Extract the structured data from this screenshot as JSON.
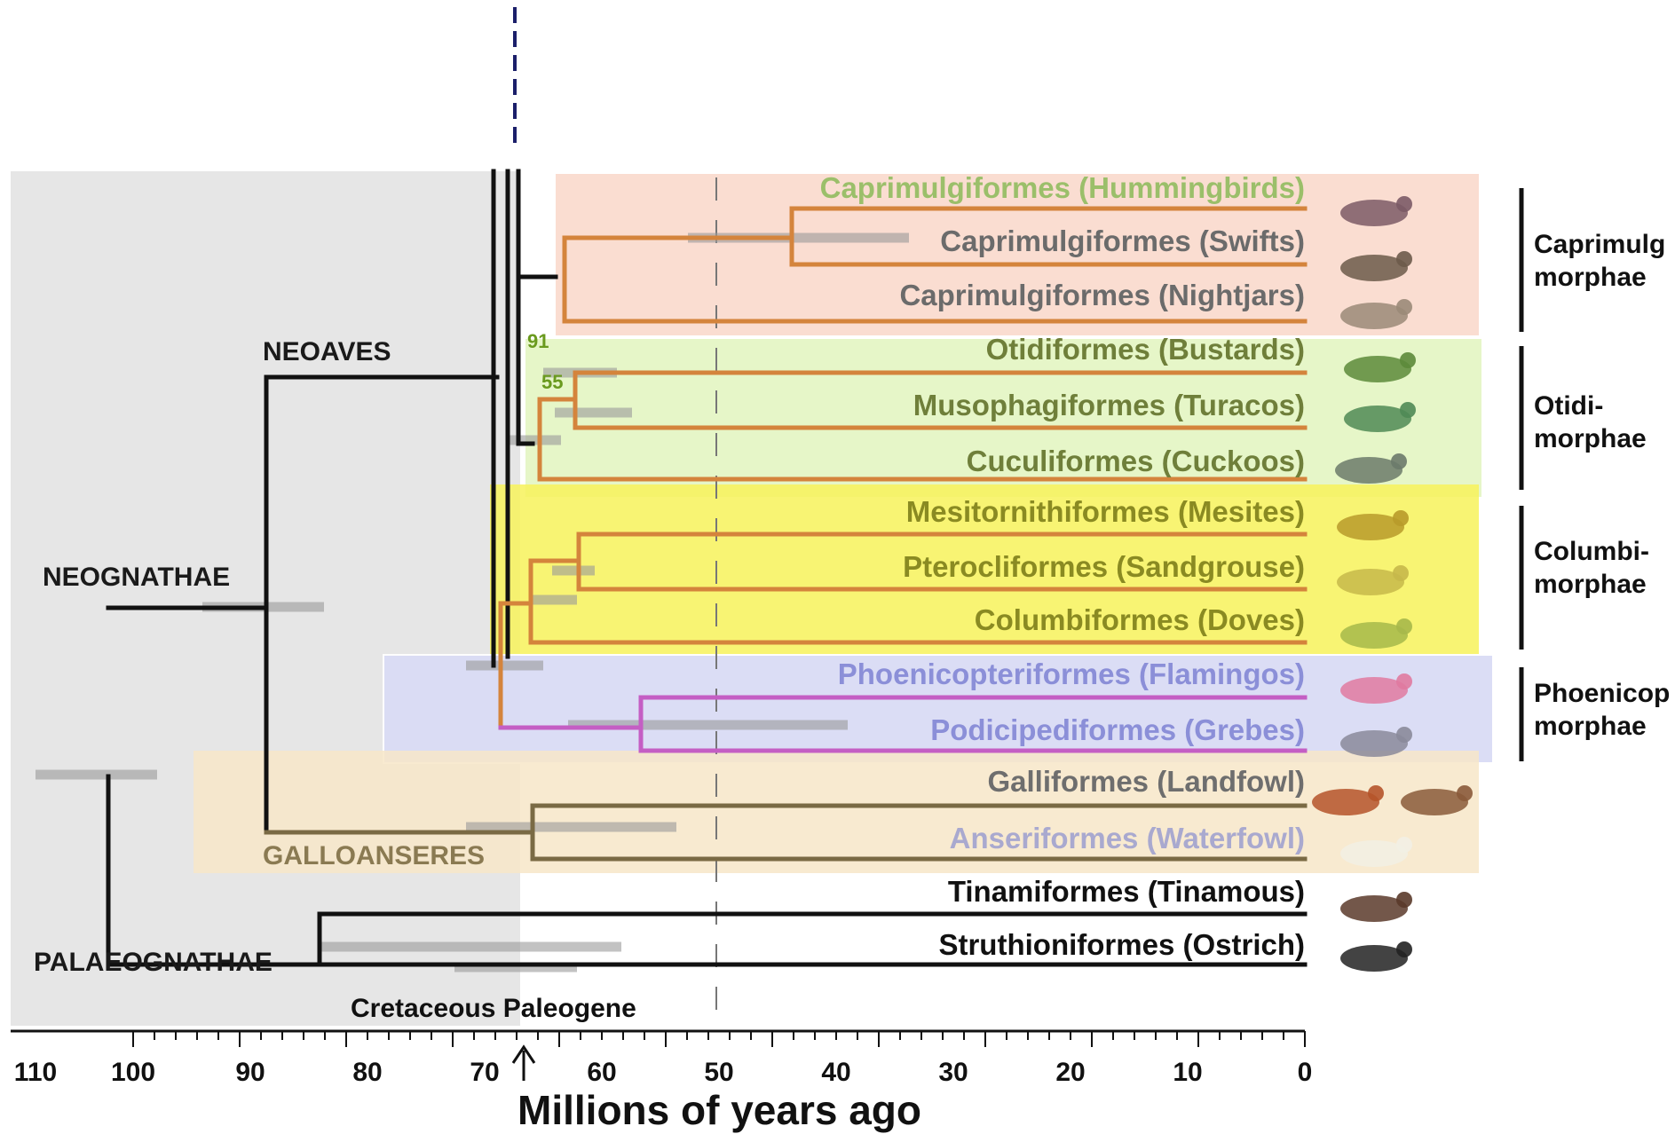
{
  "chart_data": {
    "type": "phylogenetic-tree",
    "xlabel": "Millions of years ago",
    "x_ticks": [
      "110",
      "100",
      "90",
      "80",
      "70",
      "60",
      "50",
      "40",
      "30",
      "20",
      "10",
      "0"
    ],
    "period_label": "Cretaceous Paleogene",
    "taxa": [
      {
        "label": "Caprimulgiformes (Hummingbirds)",
        "color": "#9bbf6a"
      },
      {
        "label": "Caprimulgiformes (Swifts)",
        "color": "#6b6b6b"
      },
      {
        "label": "Caprimulgiformes (Nightjars)",
        "color": "#6b6b6b"
      },
      {
        "label": "Otidiformes (Bustards)",
        "color": "#6f7f3a"
      },
      {
        "label": "Musophagiformes (Turacos)",
        "color": "#6f7f3a"
      },
      {
        "label": "Cuculiformes (Cuckoos)",
        "color": "#6f7f3a"
      },
      {
        "label": "Mesitornithiformes (Mesites)",
        "color": "#8a8a22"
      },
      {
        "label": "Pterocliformes (Sandgrouse)",
        "color": "#8a8a22"
      },
      {
        "label": "Columbiformes (Doves)",
        "color": "#8a8a22"
      },
      {
        "label": "Phoenicopteriformes (Flamingos)",
        "color": "#8b8fd8"
      },
      {
        "label": "Podicipediformes (Grebes)",
        "color": "#8b8fd8"
      },
      {
        "label": "Galliformes (Landfowl)",
        "color": "#6e6e6e"
      },
      {
        "label": "Anseriformes (Waterfowl)",
        "color": "#a9a9cf"
      },
      {
        "label": "Tinamiformes (Tinamous)",
        "color": "#111111"
      },
      {
        "label": "Struthioniformes (Ostrich)",
        "color": "#111111"
      }
    ],
    "clades": {
      "neoaves": "NEOAVES",
      "neognathae": "NEOGNATHAE",
      "galloanseres": "GALLOANSERES",
      "palaeognathae": "PALAEOGNATHAE"
    },
    "bootstrap": [
      "91",
      "55"
    ],
    "groups": [
      {
        "line1": "Caprimulg",
        "line2": "morphae"
      },
      {
        "line1": "Otidi-",
        "line2": "morphae"
      },
      {
        "line1": "Columbi-",
        "line2": "morphae"
      },
      {
        "line1": "Phoenicop",
        "line2": "morphae"
      }
    ],
    "colors": {
      "caprimulgi_box": "#f9d9cc",
      "otidi_box": "#e3f5c2",
      "columbi_box": "#f7f25a",
      "phoenico_box": "#dadcf5",
      "gallo_box": "#f7e6c8",
      "neoaves_branch": "#d4843c",
      "phoenico_branch": "#c45ec4",
      "gallo_branch": "#7a6a44",
      "base_branch": "#111111"
    }
  }
}
